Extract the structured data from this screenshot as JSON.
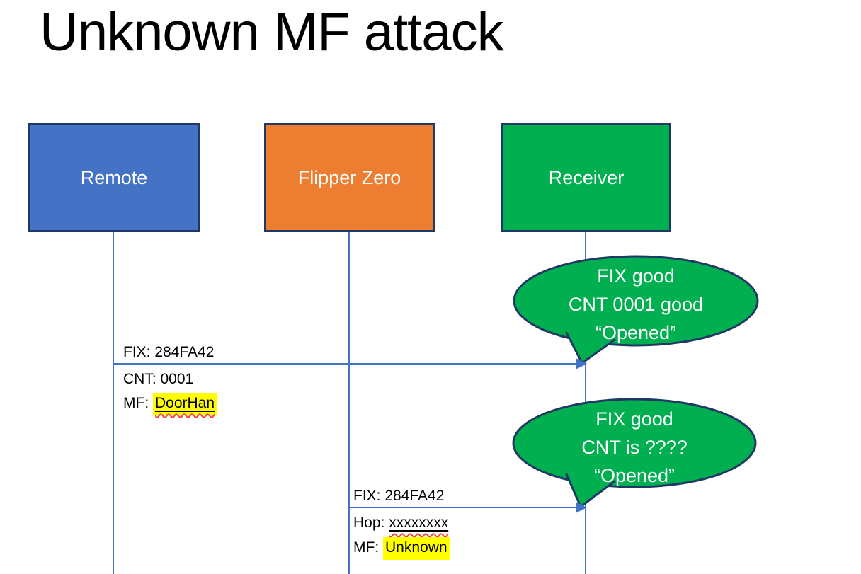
{
  "title": "Unknown MF attack",
  "actors": [
    {
      "name": "Remote",
      "color": "#4472C4"
    },
    {
      "name": "Flipper Zero",
      "color": "#ED7D31"
    },
    {
      "name": "Receiver",
      "color": "#00B050"
    }
  ],
  "messages": {
    "m1": {
      "line1": "FIX: 284FA42",
      "line2": "CNT: 0001",
      "line3_label": "MF: ",
      "line3_value": "DoorHan"
    },
    "m2": {
      "line1": "FIX: 284FA42",
      "line2_label": "Hop: ",
      "line2_value": "xxxxxxxx",
      "line3_label": "MF: ",
      "line3_value": "Unknown"
    }
  },
  "callouts": {
    "c1": {
      "line1": "FIX good",
      "line2": "CNT 0001 good",
      "line3": "“Opened”"
    },
    "c2": {
      "line1": "FIX good",
      "line2": "CNT is ????",
      "line3": "“Opened”"
    }
  },
  "colors": {
    "remote_box": "#4472C4",
    "flipper_box": "#ED7D31",
    "receiver_box": "#00B050",
    "callout_fill": "#00B050",
    "outline_dark": "#1F3864",
    "line_blue": "#4472C4",
    "highlight_yellow": "#FFFF00",
    "spellcheck_red": "#FF3B2F"
  }
}
